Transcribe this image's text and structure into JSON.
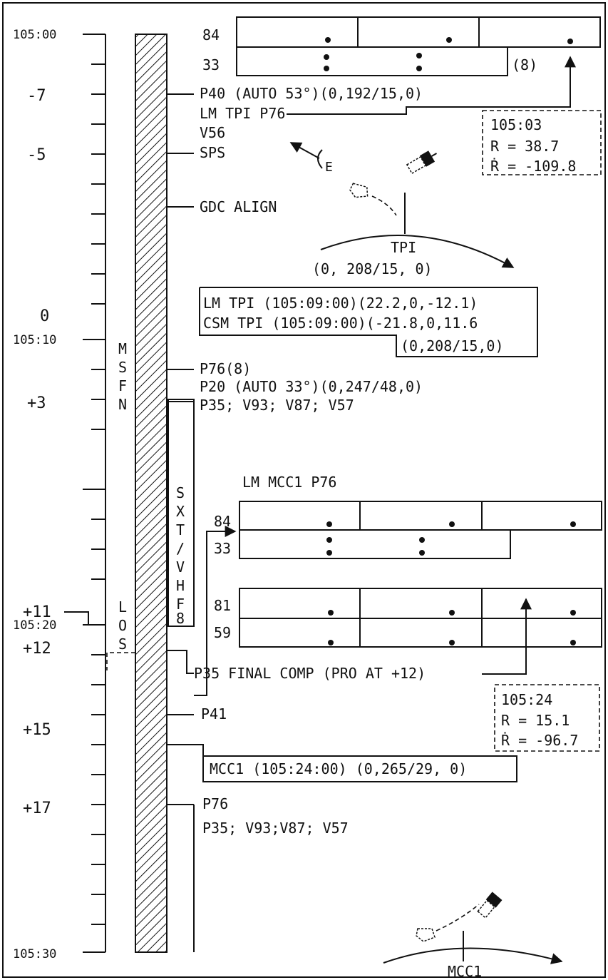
{
  "timeline": {
    "left_labels": [
      "105:00",
      "-7",
      "-5",
      "0",
      "105:10",
      "+3",
      "+11",
      "105:20",
      "+12",
      "+15",
      "+17",
      "105:30"
    ],
    "msfn": [
      "M",
      "S",
      "F",
      "N"
    ],
    "los": [
      "L",
      "O",
      "S"
    ],
    "sxt_vhf": [
      "S",
      "X",
      "T",
      "/",
      "V",
      "H",
      "F",
      "8"
    ]
  },
  "top_tally": {
    "row1_label": "84",
    "row2_label": "33",
    "note": "(8)"
  },
  "events": {
    "p40": "P40 (AUTO 53°)(0,192/15,0)",
    "lm_tpi_p76": "LM TPI P76",
    "v56": "V56",
    "sps": "SPS",
    "gdc_align": "GDC ALIGN",
    "p76_8": "P76(8)",
    "p20": "P20 (AUTO 33°)(0,247/48,0)",
    "p35_line": "P35; V93; V87; V57",
    "p35_final": "P35 FINAL COMP (PRO AT +12)",
    "p41": "P41",
    "p76": "P76",
    "p35_line2": "P35; V93;V87; V57"
  },
  "range_box_1": {
    "time": "105:03",
    "r": "R = 38.7",
    "rdot": "Ṙ = -109.8"
  },
  "range_box_2": {
    "time": "105:24",
    "r": "R = 15.1",
    "rdot": "Ṙ = -96.7"
  },
  "tpi_sketch": {
    "e_label": "E",
    "tpi": "TPI",
    "tpi_values": "(0, 208/15, 0)"
  },
  "tpi_box": {
    "lm": "LM TPI (105:09:00)(22.2,0,-12.1)",
    "csm": "CSM TPI (105:09:00)(-21.8,0,11.6",
    "extra": "(0,208/15,0)"
  },
  "mcc1_tally": {
    "title": "LM MCC1 P76",
    "row1_label": "84",
    "row2_label": "33",
    "row3_label": "81",
    "row4_label": "59"
  },
  "mcc1_box": "MCC1 (105:24:00) (0,265/29, 0)",
  "mcc1_sketch": "MCC1"
}
